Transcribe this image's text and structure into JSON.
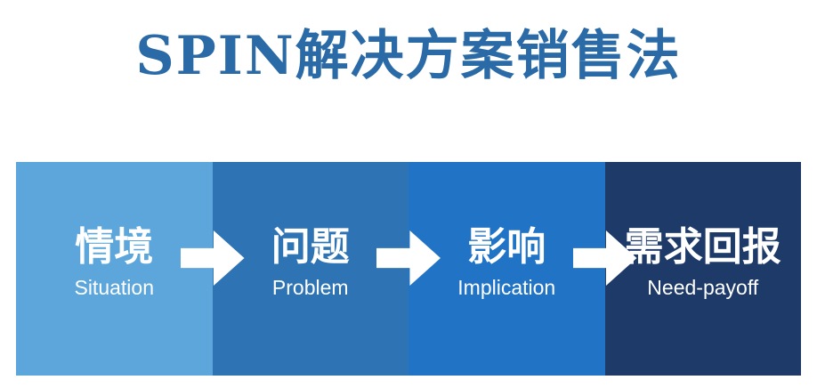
{
  "title": "SPIN解决方案销售法",
  "colors": {
    "title": "#2A6AA6",
    "arrow": "#ffffff"
  },
  "steps": [
    {
      "zh": "情境",
      "en": "Situation",
      "color": "#5CA6DB"
    },
    {
      "zh": "问题",
      "en": "Problem",
      "color": "#2E74B5"
    },
    {
      "zh": "影响",
      "en": "Implication",
      "color": "#2173C6"
    },
    {
      "zh": "需求回报",
      "en": "Need-payoff",
      "color": "#1E3A68"
    }
  ]
}
